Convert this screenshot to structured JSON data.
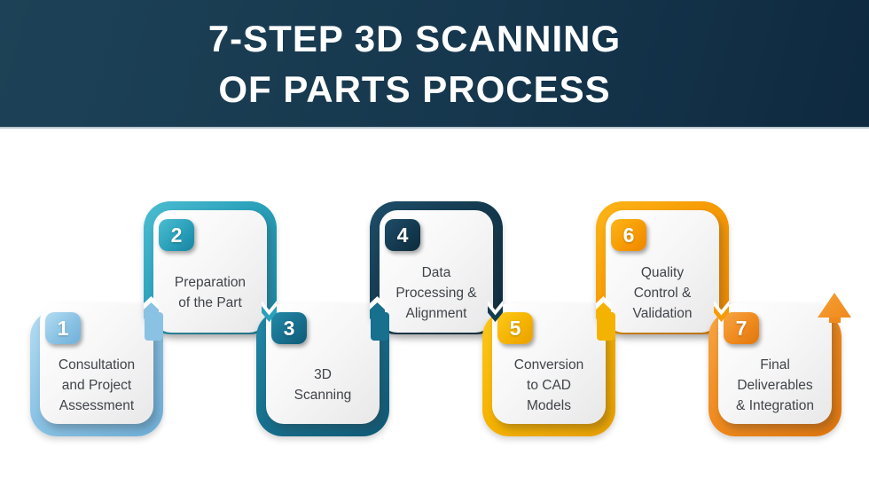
{
  "header": {
    "line1": "7-STEP 3D SCANNING",
    "line2": "OF PARTS PROCESS",
    "text_color": "#ffffff",
    "bg_left": "#1d4257",
    "bg_right": "#0e2940"
  },
  "steps": [
    {
      "number": "1",
      "label": "Consultation\nand Project\nAssessment",
      "row": "low",
      "color": "#8ac2e4",
      "color_light": "#b4ddf2",
      "color_dark": "#6fb0d9"
    },
    {
      "number": "2",
      "label": "Preparation\nof the Part",
      "row": "high",
      "color": "#2aa0ba",
      "color_light": "#4cbdd2",
      "color_dark": "#1884a0"
    },
    {
      "number": "3",
      "label": "3D\nScanning",
      "row": "low",
      "color": "#17708e",
      "color_light": "#2389a8",
      "color_dark": "#0f5a77"
    },
    {
      "number": "4",
      "label": "Data\nProcessing &\nAlignment",
      "row": "high",
      "color": "#143a50",
      "color_light": "#1e4d68",
      "color_dark": "#0d2b3d"
    },
    {
      "number": "5",
      "label": "Conversion\nto CAD\nModels",
      "row": "low",
      "color": "#f5b301",
      "color_light": "#fcc91c",
      "color_dark": "#e9a000"
    },
    {
      "number": "6",
      "label": "Quality\nControl &\nValidation",
      "row": "high",
      "color": "#f79b05",
      "color_light": "#fcb517",
      "color_dark": "#ee8600"
    },
    {
      "number": "7",
      "label": "Final\nDeliverables\n& Integration",
      "row": "low",
      "color": "#ef8a1e",
      "color_light": "#f7a544",
      "color_dark": "#e0760c"
    }
  ],
  "flow_arrow": {
    "color": "#f0891c",
    "color_light": "#f6a034"
  },
  "label_color": "#404449"
}
